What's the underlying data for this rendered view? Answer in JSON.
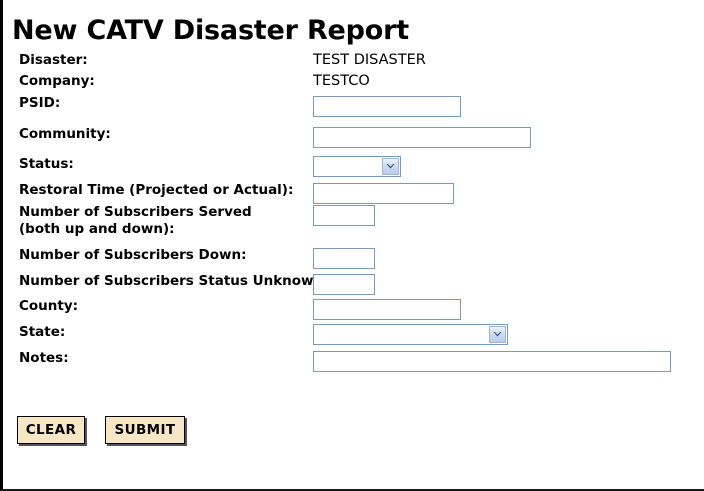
{
  "page": {
    "title": "New CATV Disaster Report"
  },
  "form": {
    "rows": [
      {
        "name": "disaster",
        "label": "Disaster:",
        "label_line2": "",
        "kind": "static",
        "value": "TEST DISASTER"
      },
      {
        "name": "company",
        "label": "Company:",
        "label_line2": "",
        "kind": "static",
        "value": "TESTCO"
      },
      {
        "name": "psid",
        "label": "PSID:",
        "label_line2": "",
        "kind": "text",
        "value": "",
        "placeholder": ""
      },
      {
        "name": "community",
        "label": "Community:",
        "label_line2": "",
        "kind": "text",
        "value": "",
        "placeholder": ""
      },
      {
        "name": "status",
        "label": "Status:",
        "label_line2": "",
        "kind": "select",
        "value": "",
        "options": [
          ""
        ]
      },
      {
        "name": "restoral-time",
        "label": "Restoral Time (Projected or Actual):",
        "label_line2": "",
        "kind": "text",
        "value": "",
        "placeholder": ""
      },
      {
        "name": "subscribers-served",
        "label": "Number of Subscribers Served",
        "label_line2": "(both up and down):",
        "kind": "text",
        "value": "",
        "placeholder": ""
      },
      {
        "name": "subscribers-down",
        "label": "Number of Subscribers Down:",
        "label_line2": "",
        "kind": "text",
        "value": "",
        "placeholder": ""
      },
      {
        "name": "subscribers-status-unknown",
        "label": "Number of Subscribers Status Unknown:",
        "label_line2": "",
        "kind": "text",
        "value": "",
        "placeholder": ""
      },
      {
        "name": "county",
        "label": "County:",
        "label_line2": "",
        "kind": "text",
        "value": "",
        "placeholder": ""
      },
      {
        "name": "state",
        "label": "State:",
        "label_line2": "",
        "kind": "select",
        "value": "",
        "options": [
          ""
        ]
      },
      {
        "name": "notes",
        "label": "Notes:",
        "label_line2": "",
        "kind": "text",
        "value": "",
        "placeholder": ""
      }
    ]
  },
  "buttons": {
    "clear_label": "CLEAR",
    "submit_label": "SUBMIT"
  },
  "icons": {
    "dropdown": "chevron-down-icon"
  },
  "colors": {
    "page_background": "#ffffff",
    "text": "#000000",
    "field_border": "#7b99b8",
    "dropdown_button": "#cfdcf2",
    "dropdown_arrow": "#3a5a8c",
    "button_face": "#f7e7c4",
    "button_border": "#000000",
    "button_shadow": "#555555",
    "frame_border": "#000000"
  }
}
